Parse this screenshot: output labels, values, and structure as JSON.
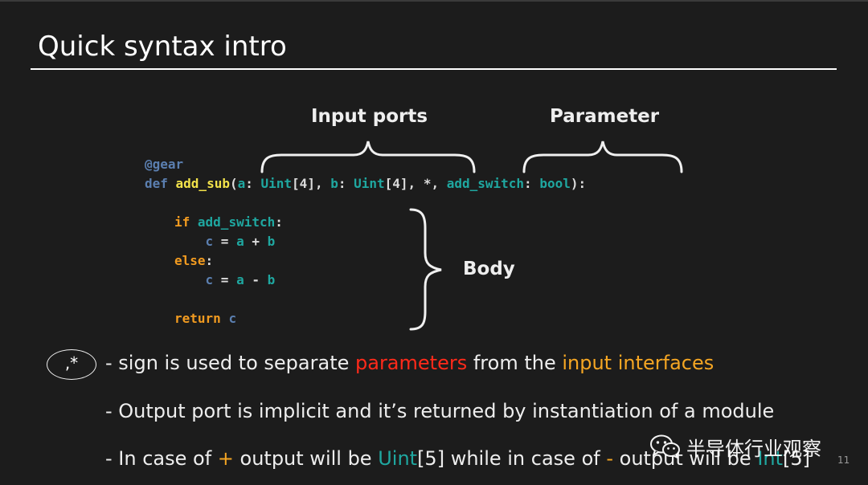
{
  "slide": {
    "title": "Quick syntax intro",
    "page_number": "11"
  },
  "labels": {
    "input_ports": "Input ports",
    "parameter": "Parameter",
    "body": "Body"
  },
  "code": {
    "line1": "@gear",
    "line2": {
      "def": "def ",
      "fn": "add_sub",
      "p1": "(",
      "a": "a",
      "p2": ": ",
      "uint_a": "Uint",
      "w_a": "[4], ",
      "b": "b",
      "p3": ": ",
      "uint_b": "Uint",
      "w_b": "[4], *, ",
      "add_switch": "add_switch",
      "p4": ": ",
      "bool": "bool",
      "p5": "):"
    },
    "body": {
      "if": "if ",
      "if_cond": "add_switch",
      "if_colon": ":",
      "c1": "c",
      "eq1": " = ",
      "a1": "a",
      "op1": " + ",
      "b1": "b",
      "else": "else",
      "else_colon": ":",
      "c2": "c",
      "eq2": " = ",
      "a2": "a",
      "op2": " - ",
      "b2": "b",
      "return": "return ",
      "ret_c": "c"
    }
  },
  "notes": {
    "oval_text": ",*",
    "line1": {
      "pre": "- sign is used to separate ",
      "red": "parameters",
      "mid": " from the ",
      "orange": "input interfaces"
    },
    "line2": "- Output port is implicit and it’s returned by instantiation of a module",
    "line3": {
      "pre": "- In case of ",
      "plus": "+",
      "mid1": " output will be ",
      "uint": "Uint",
      "w1": "[5] while in case of ",
      "minus": "-",
      "mid2": " output will be ",
      "int": "Int",
      "w2": "[5]"
    }
  },
  "watermark": {
    "icon": "wechat-icon",
    "text": "半导体行业观察"
  },
  "colors": {
    "background": "#1c1c1c",
    "highlight_red": "#ff2a1a",
    "highlight_orange": "#f5a623",
    "highlight_teal": "#1fa7a0",
    "function_yellow": "#f2e24a",
    "keyword_blue": "#5b7fb0"
  }
}
